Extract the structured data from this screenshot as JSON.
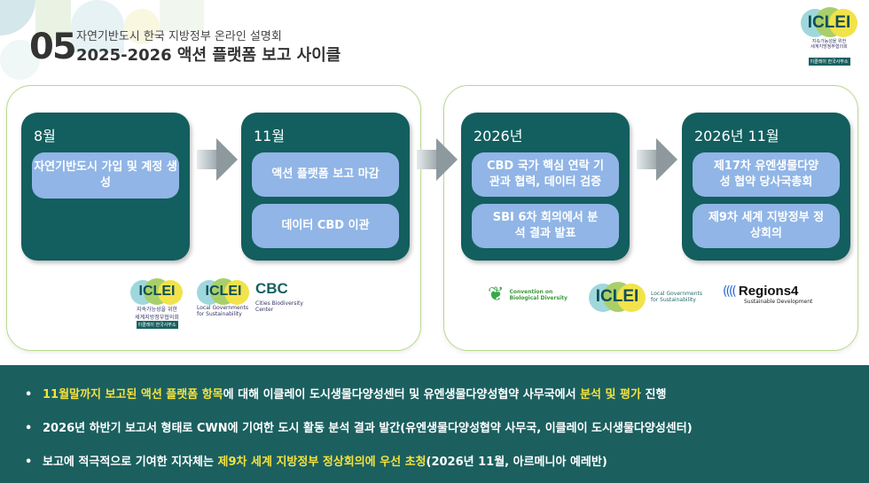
{
  "header": {
    "number": "05",
    "subtitle": "자연기반도시 한국 지방정부 온라인 설명회",
    "title": "2025-2026 액션 플랫폼 보고 사이클"
  },
  "top_logo": {
    "name": "ICLEI",
    "line1": "지속가능성을 위한",
    "line2": "세계지방정부협의회",
    "tag": "이클레이 한국사무소"
  },
  "cards": [
    {
      "title": "8월",
      "items": [
        "자연기반도시 가입 및 계정 생성"
      ]
    },
    {
      "title": "11월",
      "items": [
        "액션 플랫폼 보고 마감",
        "데이터 CBD 이관"
      ]
    },
    {
      "title": "2026년",
      "items": [
        "CBD 국가 핵심 연락 기관과 협력, 데이터 검증",
        "SBI 6차 회의에서 분석 결과 발표"
      ]
    },
    {
      "title": "2026년 11월",
      "items": [
        "제17차 유엔생물다양성 협약 당사국총회",
        "제9차 세계 지방정부 정상회의"
      ]
    }
  ],
  "left_logos": {
    "iclei_kr": "ICLEI",
    "kr_line1": "지속가능성을 위한",
    "kr_line2": "세계지방정부협의회",
    "kr_tag": "이클레이 한국사무소",
    "iclei": "ICLEI",
    "iclei_sub1": "Local Governments",
    "iclei_sub2": "for Sustainability",
    "cbc": "CBC",
    "cbc_sub1": "Cities Biodiversity",
    "cbc_sub2": "Center"
  },
  "right_logos": {
    "cbd1": "Convention on",
    "cbd2": "Biological Diversity",
    "iclei": "ICLEI",
    "iclei_sub1": "Local Governments",
    "iclei_sub2": "for Sustainability",
    "regions": "Regions4",
    "regions_sub": "Sustainable Development"
  },
  "bullets": [
    {
      "a": "11월말까지 보고된 액션 플랫폼 항목",
      "b": "에 대해 이클레이 도시생물다양성센터 및 유엔생물다양성협약 사무국에서 ",
      "c": "분석 및 평가",
      "d": " 진행"
    },
    {
      "a": "",
      "b": "2026년 하반기 보고서 형태로 CWN에 기여한 도시 활동 분석 결과 발간(유엔생물다양성협약 사무국, 이클레이 도시생물다양성센터)",
      "c": "",
      "d": ""
    },
    {
      "a": "",
      "b": "보고에 적극적으로 기여한 지자체는 ",
      "c": "제9차 세계 지방정부 정상회의에 우선 초청",
      "d": "(2026년 11월, 아르메니아 예레반)"
    }
  ],
  "bullet_char": "•",
  "colors": {
    "card": "#135e5e",
    "pill": "#90b5e6",
    "band": "#1b5f5f",
    "highlight": "#f4e23e",
    "panel_border": "#b9d88f"
  }
}
